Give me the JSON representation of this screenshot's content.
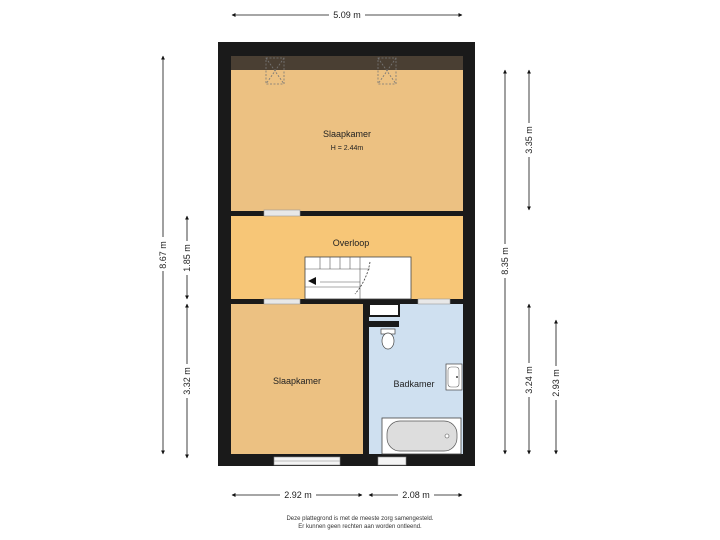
{
  "rooms": {
    "top_bedroom": {
      "name": "Slaapkamer",
      "height": "H = 2.44m"
    },
    "landing": {
      "name": "Overloop"
    },
    "bottom_bedroom": {
      "name": "Slaapkamer"
    },
    "bathroom": {
      "name": "Badkamer"
    }
  },
  "dimensions": {
    "top_width": "5.09 m",
    "left_total": "8.67 m",
    "left_landing": "1.85 m",
    "left_bottom": "3.32 m",
    "right_top": "3.35 m",
    "right_total": "8.35 m",
    "right_bath_a": "3.24 m",
    "right_bath_b": "2.93 m",
    "bottom_left": "2.92 m",
    "bottom_right": "2.08 m"
  },
  "disclaimer": {
    "line1": "Deze plattegrond is met de meeste zorg samengesteld.",
    "line2": "Er kunnen geen rechten aan worden ontleend."
  },
  "colors": {
    "wall": "#1a1a1a",
    "bedroom_floor": "#ecc182",
    "landing_floor": "#f7c677",
    "bath_floor": "#cfe0f0",
    "eave": "#4a3f33"
  }
}
